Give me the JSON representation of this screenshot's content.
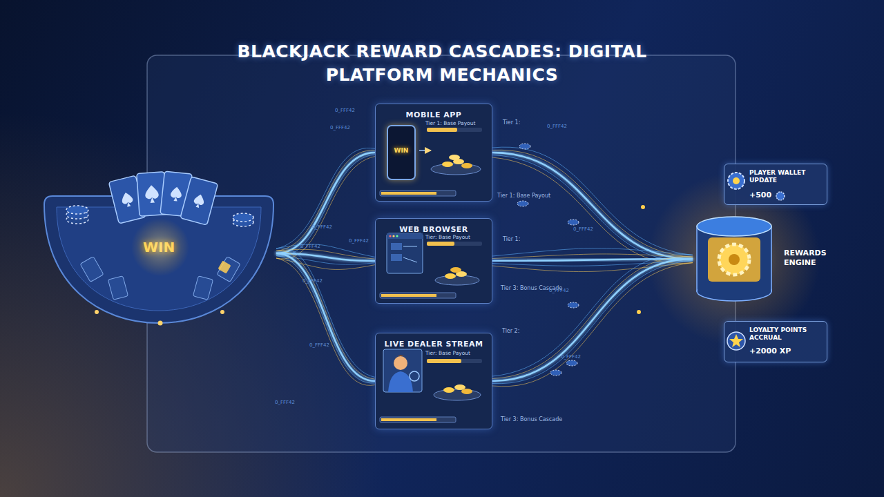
{
  "diagram": {
    "title": "BLACKJACK REWARD CASCADES: DIGITAL PLATFORM MECHANICS",
    "nodes": [
      {
        "text": [
          "WIN"
        ]
      },
      {
        "text": [
          "MOBILE APP",
          "Tier 1: Base Payout"
        ]
      },
      {
        "text": [
          "WIN"
        ],
        "in": 1
      },
      {
        "text": [
          "WEB BROWSER",
          "Tier: Base Payout"
        ]
      },
      {
        "text": [
          "LIVE DEALER STREAM",
          "Tier: Base Payout"
        ]
      },
      {
        "text": [
          "PLAYER WALLET UPDATE",
          "+500"
        ]
      },
      {
        "text": [
          "REWARDS ENGINE"
        ]
      },
      {
        "text": [
          "LOYALTY POINTS ACCRUAL",
          "+2000 XP"
        ]
      }
    ],
    "edges": [
      {
        "from": 0,
        "to": 1,
        "arrow": "none"
      },
      {
        "from": 0,
        "to": 3,
        "arrow": "none"
      },
      {
        "from": 0,
        "to": 4,
        "arrow": "none"
      },
      {
        "from": 1,
        "to": 6,
        "arrow": "none"
      },
      {
        "from": 3,
        "to": 6,
        "arrow": "none"
      },
      {
        "from": 4,
        "to": 6,
        "arrow": "none"
      },
      {
        "from": 5,
        "to": 6,
        "arrow": "to"
      },
      {
        "from": 7,
        "to": 6,
        "arrow": "to"
      }
    ],
    "labels": [
      "Tier 1:",
      "Tier 1: Base Payout",
      "Tier 1:",
      "Tier 3: Bonus Cascade",
      "Tier 2:",
      "Tier 3: Bonus Cascade",
      "0_FFF42",
      "0_FFF42",
      "0_FFF42",
      "0_FFF42",
      "0_FFF42",
      "0_FFF42",
      "0_FFF42",
      "0_FFF42",
      "0_FFF42",
      "0_FFF42",
      "0_FFF42",
      "0_FFF42"
    ]
  }
}
